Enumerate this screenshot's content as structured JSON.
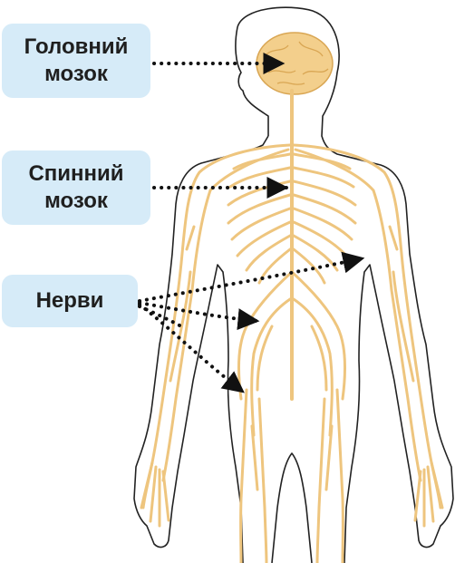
{
  "labels": {
    "brain": "Головний\nмозок",
    "spinal_cord": "Спинний\nмозок",
    "nerves": "Нерви"
  },
  "colors": {
    "label_bg": "#d6ebf8",
    "label_text": "#1f1f1f",
    "nerve": "#eec57e",
    "brain": "#f3cf8c",
    "outline": "#222222",
    "arrow": "#111111"
  },
  "figure": {
    "subject": "human-body-outline",
    "shows": [
      "brain",
      "spinal-cord",
      "peripheral-nerves"
    ]
  }
}
